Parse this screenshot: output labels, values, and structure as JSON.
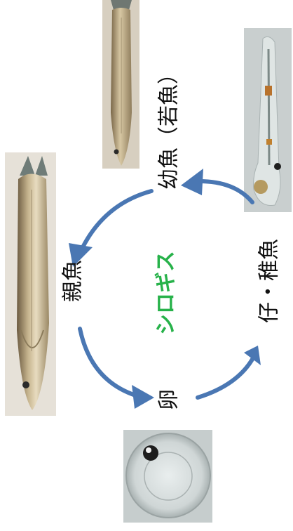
{
  "title": "シロギス",
  "stages": {
    "adult": "親魚",
    "egg": "卵",
    "larva": "仔・稚魚",
    "juvenile": "幼魚（若魚）"
  },
  "colors": {
    "arrow": "#4a77b3",
    "title": "#27b24a",
    "text": "#111111"
  },
  "photos": {
    "adult_fish": "adult-fish-photo",
    "young_fish": "young-fish-photo",
    "larva": "larva-photo",
    "egg": "egg-photo"
  }
}
